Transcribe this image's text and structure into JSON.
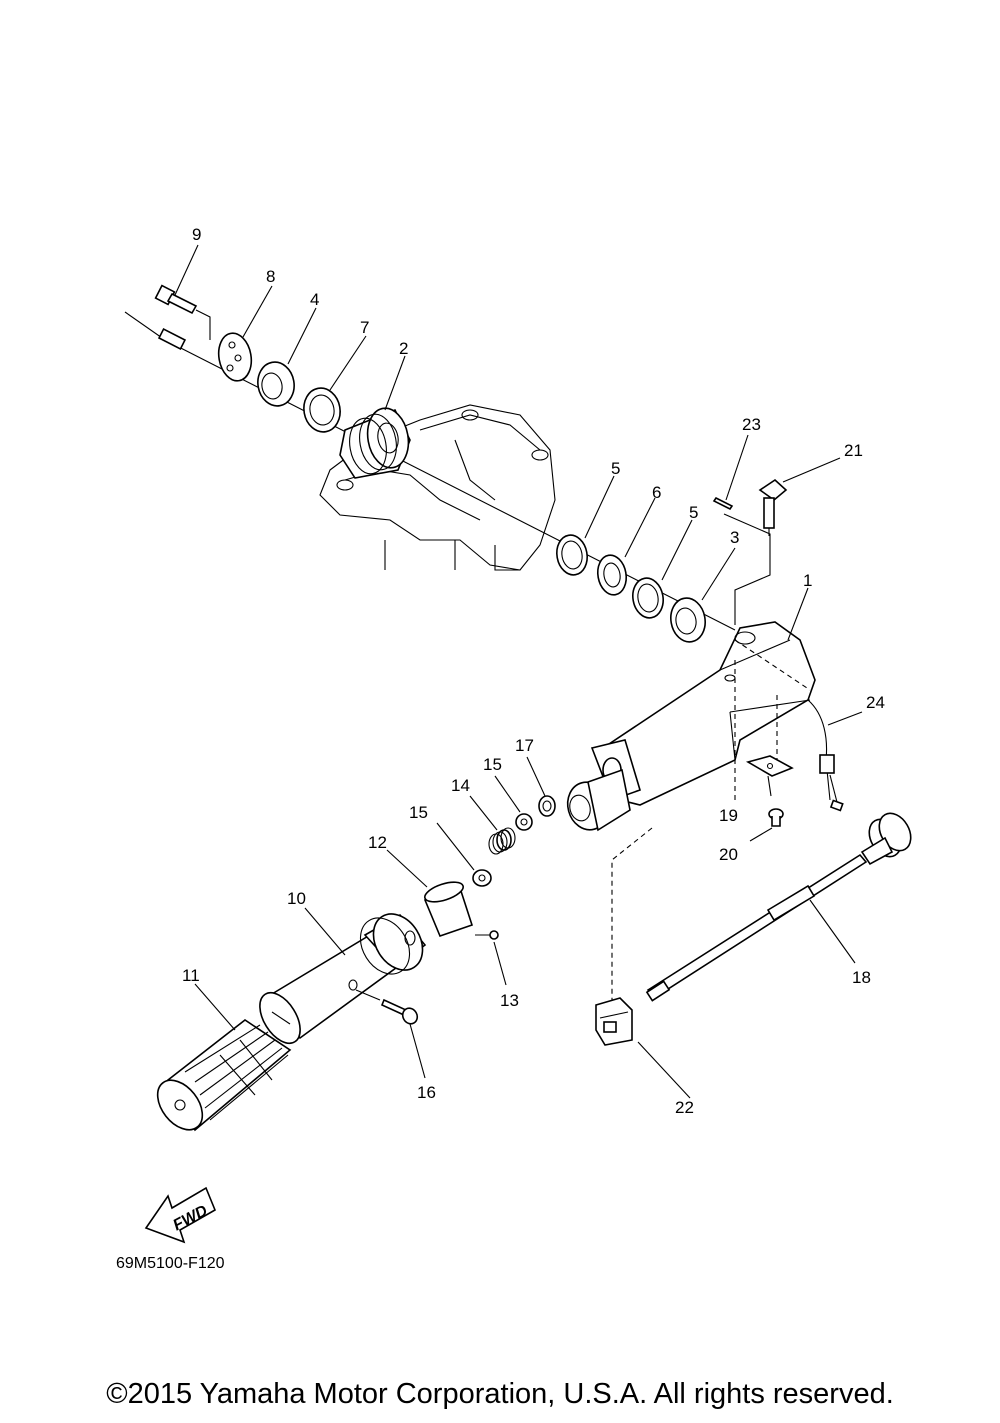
{
  "diagram": {
    "drawing_code": "69M5100-F120",
    "fwd_label": "FWD",
    "callouts": [
      "1",
      "2",
      "3",
      "4",
      "5",
      "5",
      "6",
      "7",
      "8",
      "9",
      "10",
      "11",
      "12",
      "13",
      "14",
      "15",
      "15",
      "16",
      "17",
      "18",
      "19",
      "20",
      "21",
      "22",
      "23",
      "24"
    ]
  },
  "footer": {
    "copyright": "©2015 Yamaha Motor Corporation, U.S.A. All rights reserved."
  }
}
